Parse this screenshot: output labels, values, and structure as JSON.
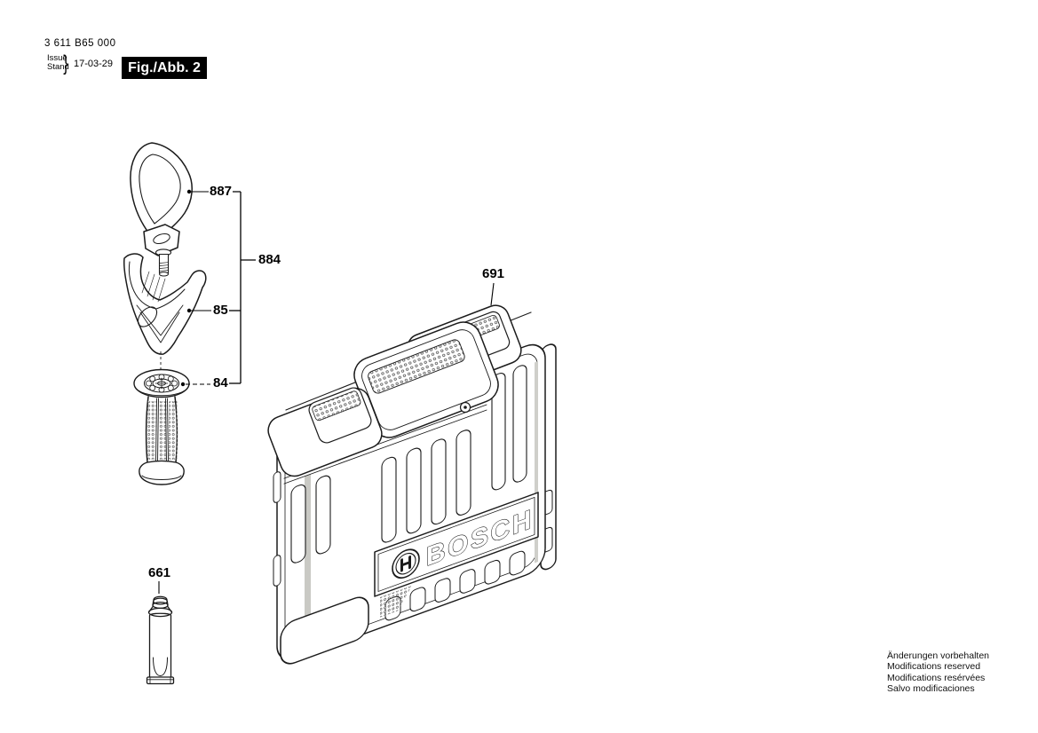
{
  "header": {
    "part_number": "3 611 B65 000",
    "issue_label": "Issue",
    "stand_label": "Stand",
    "brace": "}",
    "date": "17-03-29",
    "figure_label": "Fig./Abb. 2"
  },
  "diagram": {
    "labels": {
      "strap": "887",
      "handle_assembly": "884",
      "holder": "85",
      "handle": "84",
      "case": "691",
      "tube": "661"
    },
    "case_logo": "BOSCH"
  },
  "footer": {
    "line1": "Änderungen vorbehalten",
    "line2": "Modifications reserved",
    "line3": "Modifications resérvées",
    "line4": "Salvo modificaciones"
  },
  "colors": {
    "line": "#1b1b1b",
    "figure_box_bg": "#000000",
    "figure_box_text": "#ffffff",
    "shading": "#c9c9c4"
  }
}
